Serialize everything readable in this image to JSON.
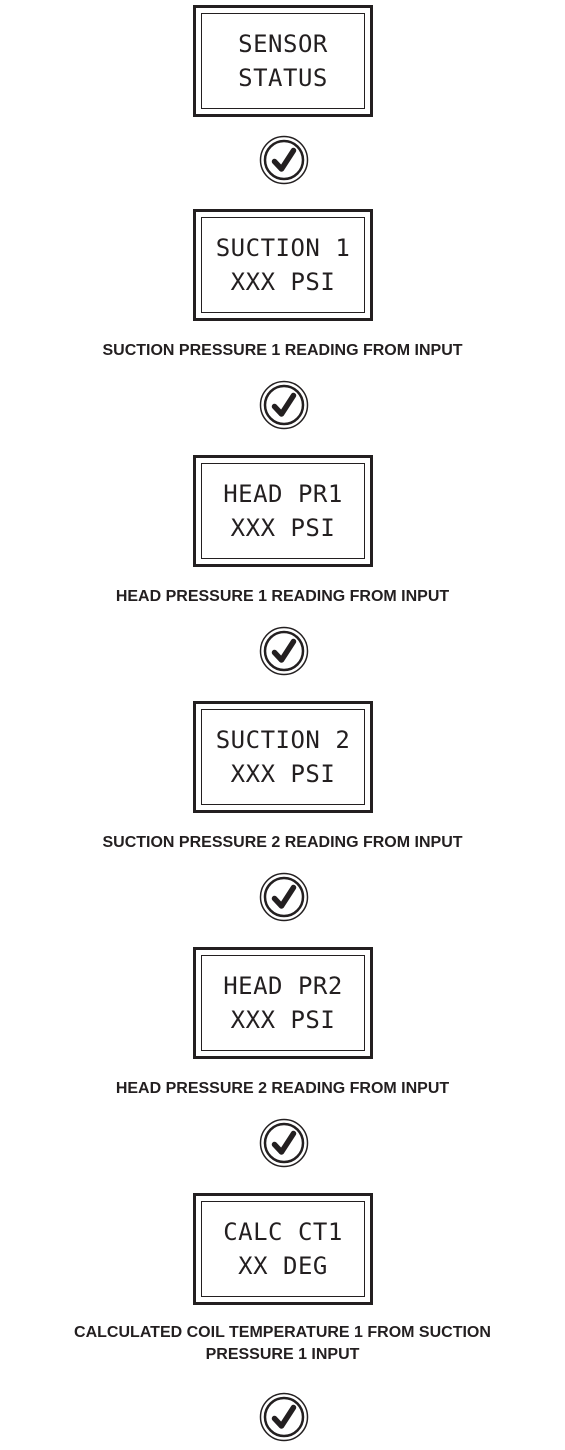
{
  "steps": [
    {
      "line1": "SENSOR",
      "line2": "STATUS",
      "caption": []
    },
    {
      "line1": "SUCTION 1",
      "line2": "XXX PSI",
      "caption": [
        "SUCTION PRESSURE 1 READING FROM INPUT"
      ]
    },
    {
      "line1": "HEAD PR1",
      "line2": "XXX PSI",
      "caption": [
        "HEAD PRESSURE 1 READING FROM INPUT"
      ]
    },
    {
      "line1": "SUCTION 2",
      "line2": "XXX PSI",
      "caption": [
        "SUCTION PRESSURE 2 READING FROM INPUT"
      ]
    },
    {
      "line1": "HEAD PR2",
      "line2": "XXX PSI",
      "caption": [
        "HEAD PRESSURE 2 READING FROM INPUT"
      ]
    },
    {
      "line1": "CALC CT1",
      "line2": "XX DEG",
      "caption": [
        "CALCULATED COIL TEMPERATURE 1 FROM SUCTION",
        "PRESSURE 1 INPUT"
      ]
    }
  ],
  "connector_icon": "check-circle-icon",
  "colors": {
    "ink": "#231f20",
    "background": "#ffffff"
  }
}
